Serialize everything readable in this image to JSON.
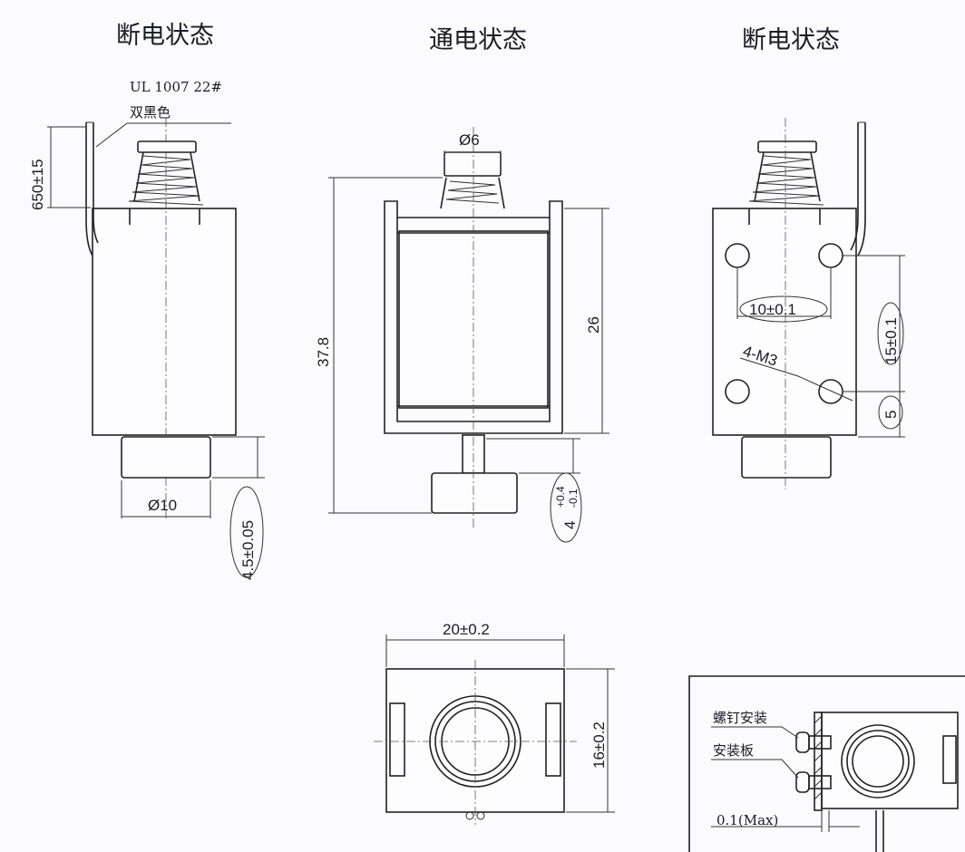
{
  "titles": {
    "left": "断电状态",
    "center": "通电状态",
    "right": "断电状态"
  },
  "left_view": {
    "wire_spec": "UL 1007 22#",
    "wire_color": "双黑色",
    "wire_length": "650±15",
    "plunger_diameter": "Ø10",
    "plunger_height": "4.5±0.05"
  },
  "center_view": {
    "head_diameter": "Ø6",
    "total_height": "37.8",
    "frame_height": "26",
    "stroke_tolerance_upper": "+0.4",
    "stroke_tolerance_lower": "-0.1",
    "stroke_nominal": "4"
  },
  "right_view": {
    "hole_spacing_horizontal": "10±0.1",
    "hole_spacing_vertical": "15±0.1",
    "bottom_offset": "5",
    "thread_spec": "4-M3"
  },
  "bottom_view": {
    "width": "20±0.2",
    "depth": "16±0.2"
  },
  "mounting_view": {
    "label_screw_mount": "螺钉安装",
    "label_mount_plate": "安装板",
    "gap_max": "0.1(Max)"
  }
}
